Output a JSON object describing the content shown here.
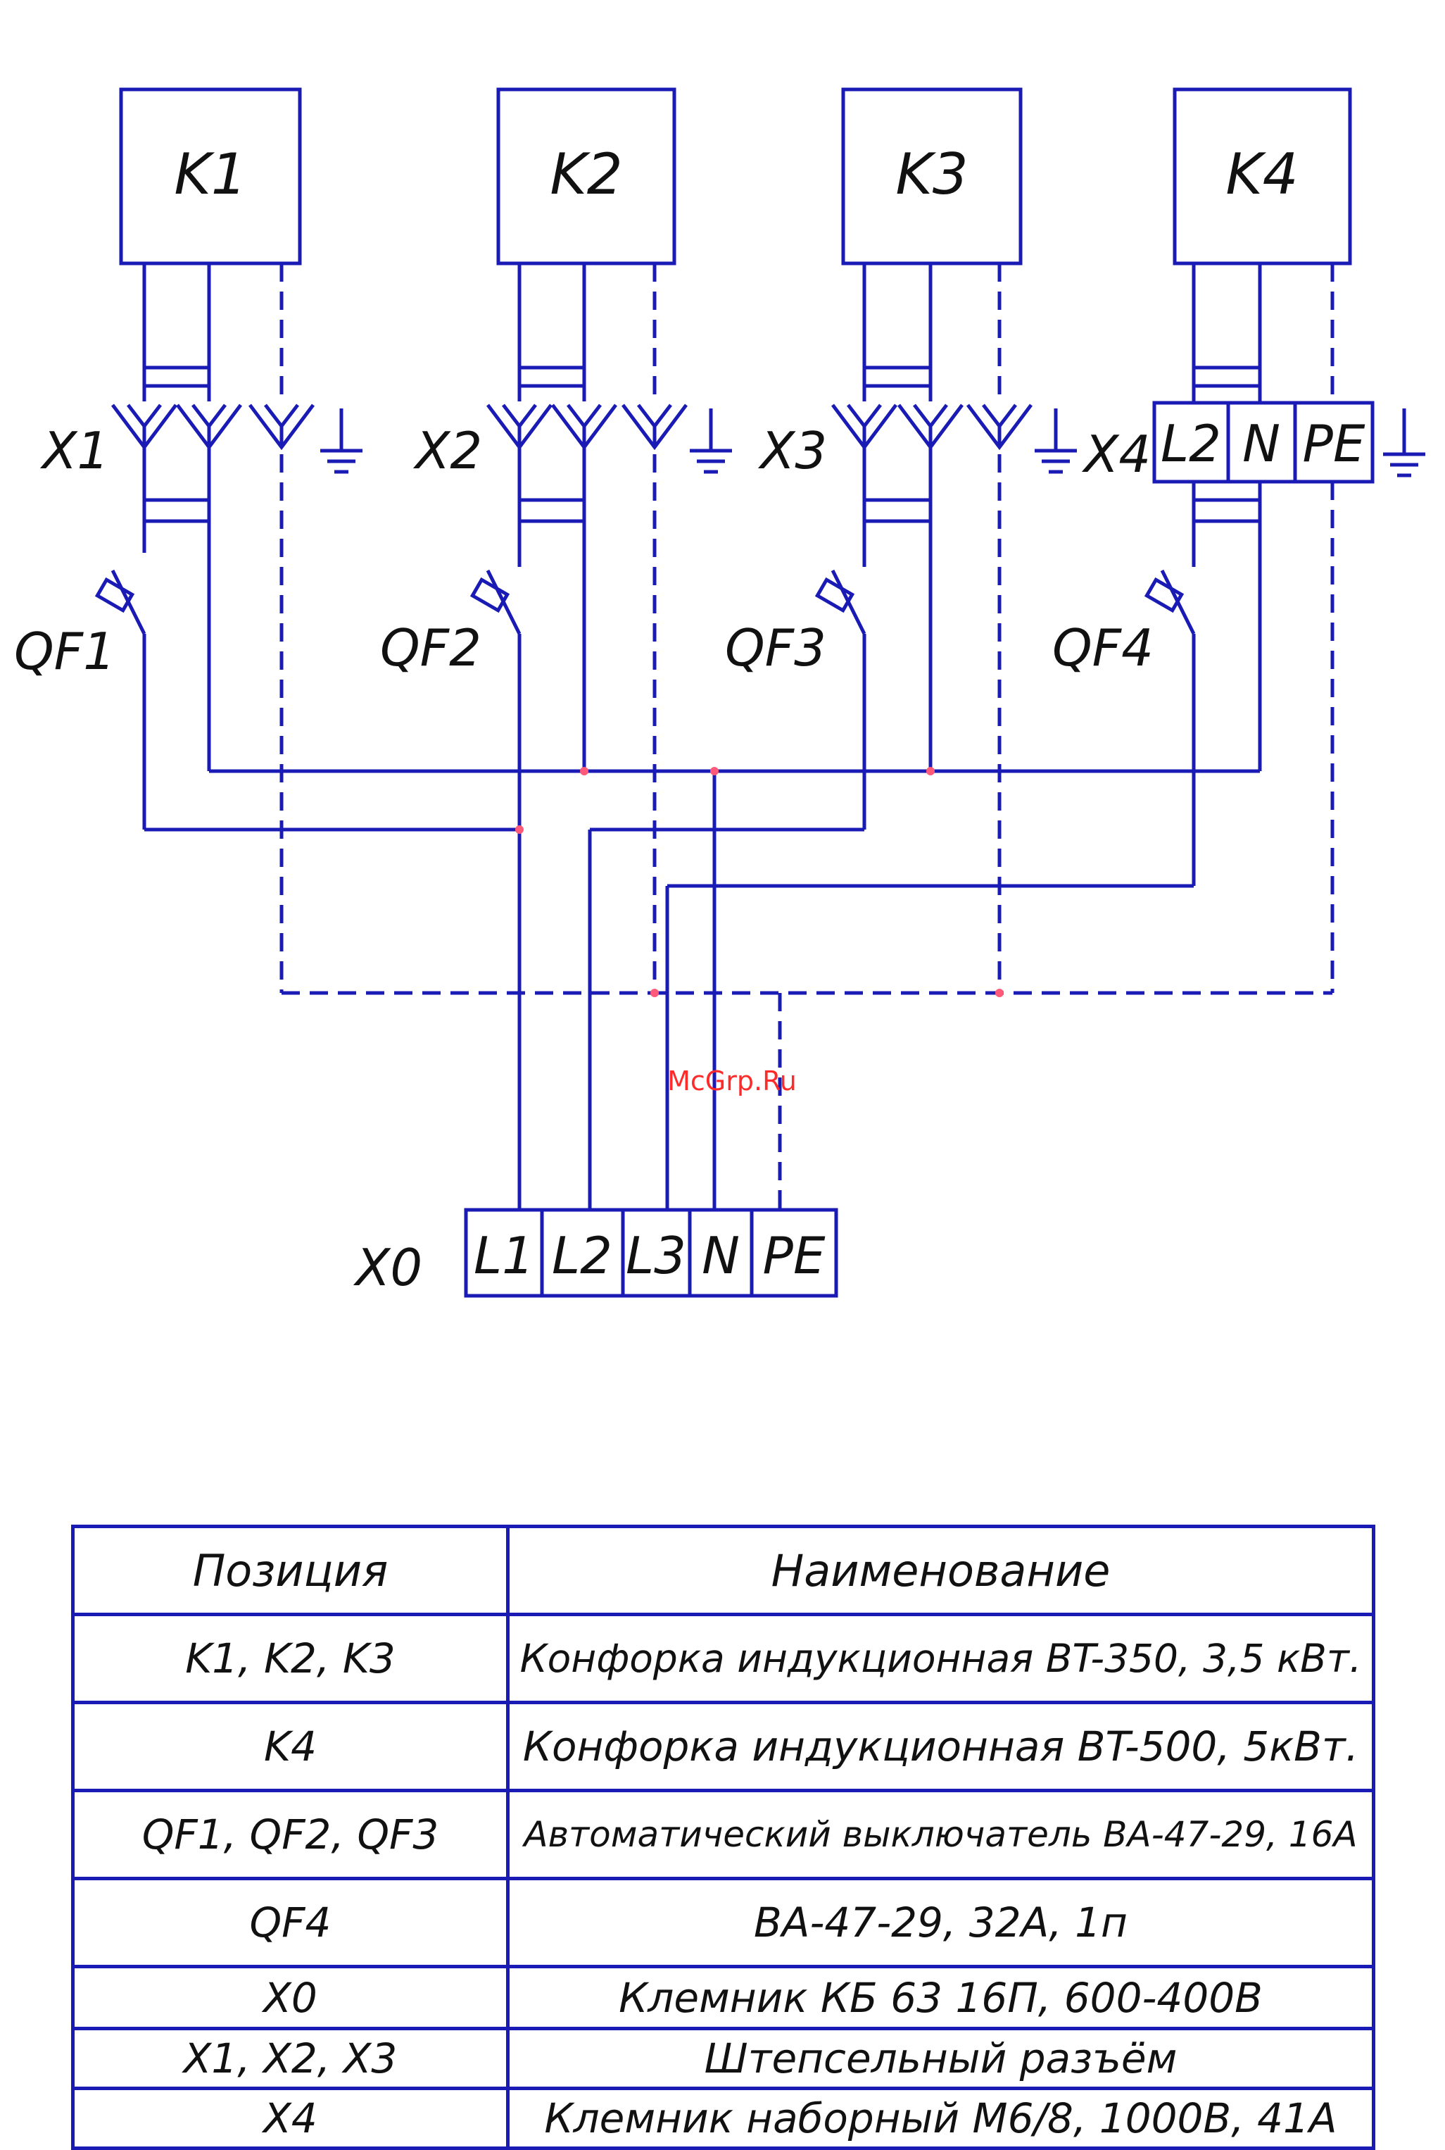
{
  "diagram": {
    "units": [
      {
        "id": "K1"
      },
      {
        "id": "K2"
      },
      {
        "id": "K3"
      },
      {
        "id": "K4"
      }
    ],
    "connectors": [
      "X1",
      "X2",
      "X3",
      "X4"
    ],
    "x4_terminals": [
      "L2",
      "N",
      "PE"
    ],
    "breakers": [
      "QF1",
      "QF2",
      "QF3",
      "QF4"
    ],
    "main_terminal": {
      "label": "X0",
      "cells": [
        "L1",
        "L2",
        "L3",
        "N",
        "PE"
      ]
    },
    "watermark": "McGrp.Ru"
  },
  "table": {
    "headers": [
      "Позиция",
      "Наименование"
    ],
    "rows": [
      {
        "pos": "K1, K2, K3",
        "name": "Конфорка индукционная BT-350, 3,5 кВт."
      },
      {
        "pos": "K4",
        "name": "Конфорка индукционная BT-500, 5кВт."
      },
      {
        "pos": "QF1, QF2, QF3",
        "name": "Автоматический выключатель ВА-47-29, 16А"
      },
      {
        "pos": "QF4",
        "name": "ВА-47-29, 32А, 1п"
      },
      {
        "pos": "X0",
        "name": "Клемник КБ 63 16П, 600-400В"
      },
      {
        "pos": "X1, X2, X3",
        "name": "Штепсельный разъём"
      },
      {
        "pos": "X4",
        "name": "Клемник наборный M6/8, 1000В, 41А"
      }
    ]
  },
  "colors": {
    "wire": "#1a1ab5",
    "junction": "#ff5a7a",
    "watermark": "#ff2a2a"
  }
}
